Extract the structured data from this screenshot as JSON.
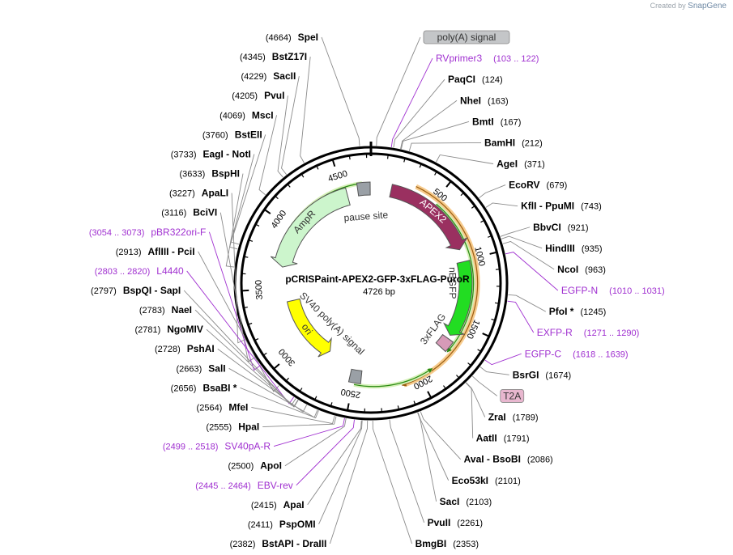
{
  "credit": {
    "prefix": "Created by",
    "brand": "SnapGene"
  },
  "plasmid": {
    "name": "pCRISPaint-APEX2-GFP-3xFLAG-PuroR",
    "length": 4726,
    "length_label": "4726 bp"
  },
  "ring_ticks": [
    "500",
    "1000",
    "1500",
    "2000",
    "2500",
    "3000",
    "3500",
    "4000",
    "4500"
  ],
  "sites": [
    {
      "name": "SpeI",
      "pos": "4664",
      "bp": 4664
    },
    {
      "name": "BstZ17I",
      "pos": "4345",
      "bp": 4345
    },
    {
      "name": "SacII",
      "pos": "4229",
      "bp": 4229
    },
    {
      "name": "PvuI",
      "pos": "4205",
      "bp": 4205
    },
    {
      "name": "MscI",
      "pos": "4069",
      "bp": 4069
    },
    {
      "name": "BstEII",
      "pos": "3760",
      "bp": 3760
    },
    {
      "name": "EagI - NotI",
      "pos": "3733",
      "bp": 3733
    },
    {
      "name": "BspHI",
      "pos": "3633",
      "bp": 3633
    },
    {
      "name": "ApaLI",
      "pos": "3227",
      "bp": 3227
    },
    {
      "name": "BciVI",
      "pos": "3116",
      "bp": 3116
    },
    {
      "name": "AflIII - PciI",
      "pos": "2913",
      "bp": 2913
    },
    {
      "name": "BspQI - SapI",
      "pos": "2797",
      "bp": 2797
    },
    {
      "name": "NaeI",
      "pos": "2783",
      "bp": 2783
    },
    {
      "name": "NgoMIV",
      "pos": "2781",
      "bp": 2781
    },
    {
      "name": "PshAI",
      "pos": "2728",
      "bp": 2728
    },
    {
      "name": "SalI",
      "pos": "2663",
      "bp": 2663
    },
    {
      "name": "BsaBI *",
      "pos": "2656",
      "bp": 2656
    },
    {
      "name": "MfeI",
      "pos": "2564",
      "bp": 2564
    },
    {
      "name": "HpaI",
      "pos": "2555",
      "bp": 2555
    },
    {
      "name": "ApoI",
      "pos": "2500",
      "bp": 2500
    },
    {
      "name": "ApaI",
      "pos": "2415",
      "bp": 2415
    },
    {
      "name": "PspOMI",
      "pos": "2411",
      "bp": 2411
    },
    {
      "name": "BstAPI - DraIII",
      "pos": "2382",
      "bp": 2382
    },
    {
      "name": "BmgBI",
      "pos": "2353",
      "bp": 2353
    },
    {
      "name": "PvuII",
      "pos": "2261",
      "bp": 2261
    },
    {
      "name": "SacI",
      "pos": "2103",
      "bp": 2103
    },
    {
      "name": "Eco53kI",
      "pos": "2101",
      "bp": 2101
    },
    {
      "name": "AvaI - BsoBI",
      "pos": "2086",
      "bp": 2086
    },
    {
      "name": "AatII",
      "pos": "1791",
      "bp": 1791
    },
    {
      "name": "ZraI",
      "pos": "1789",
      "bp": 1789
    },
    {
      "name": "BsrGI",
      "pos": "1674",
      "bp": 1674
    },
    {
      "name": "PfoI *",
      "pos": "1245",
      "bp": 1245
    },
    {
      "name": "NcoI",
      "pos": "963",
      "bp": 963
    },
    {
      "name": "HindIII",
      "pos": "935",
      "bp": 935
    },
    {
      "name": "BbvCI",
      "pos": "921",
      "bp": 921
    },
    {
      "name": "KflI - PpuMI",
      "pos": "743",
      "bp": 743
    },
    {
      "name": "EcoRV",
      "pos": "679",
      "bp": 679
    },
    {
      "name": "AgeI",
      "pos": "371",
      "bp": 371
    },
    {
      "name": "BamHI",
      "pos": "212",
      "bp": 212
    },
    {
      "name": "BmtI",
      "pos": "167",
      "bp": 167
    },
    {
      "name": "NheI",
      "pos": "163",
      "bp": 163
    },
    {
      "name": "PaqCI",
      "pos": "124",
      "bp": 124
    }
  ],
  "primers": [
    {
      "name": "RVprimer3",
      "range": "103 .. 122",
      "bp": 112
    },
    {
      "name": "EGFP-N",
      "range": "1010 .. 1031",
      "bp": 1020
    },
    {
      "name": "EXFP-R",
      "range": "1271 .. 1290",
      "bp": 1280
    },
    {
      "name": "EGFP-C",
      "range": "1618 .. 1639",
      "bp": 1628
    },
    {
      "name": "pBR322ori-F",
      "range": "3054 .. 3073",
      "bp": 3063
    },
    {
      "name": "L4440",
      "range": "2803 .. 2820",
      "bp": 2811
    },
    {
      "name": "SV40pA-R",
      "range": "2499 .. 2518",
      "bp": 2508
    },
    {
      "name": "EBV-rev",
      "range": "2445 .. 2464",
      "bp": 2454
    }
  ],
  "tag_features": [
    {
      "name": "poly(A) signal",
      "bp": 30
    },
    {
      "name": "T2A",
      "bp": 1740
    }
  ],
  "features": [
    {
      "name": "APEX2",
      "start": 160,
      "end": 910,
      "color": "#9a3060",
      "label_color": "#ffffff"
    },
    {
      "name": "nEGFP",
      "start": 1010,
      "end": 1620,
      "color": "#22dd22",
      "label_color": "#333333"
    },
    {
      "name": "3xFLAG",
      "start": 1650,
      "end": 1740,
      "color": "#d79ab8",
      "label_color": "#333333"
    },
    {
      "name": "SV40 poly(A) signal",
      "start": 2440,
      "end": 2530,
      "color": "#9aa0a6",
      "label_color": "#333333"
    },
    {
      "name": "ori",
      "start": 3380,
      "end": 2770,
      "color": "#ffff00",
      "label_color": "#333333"
    },
    {
      "name": "AmpR",
      "start": 4530,
      "end": 3680,
      "color": "#ccf5cc",
      "label_color": "#333333"
    },
    {
      "name": "pause site",
      "start": 4620,
      "end": 4720,
      "color": "#9aa0a6",
      "label_color": "#333333"
    }
  ],
  "colors": {
    "enzyme": "#000000",
    "primer": "#a030d0",
    "backbone": "#000000",
    "orange": "#f0a030"
  }
}
